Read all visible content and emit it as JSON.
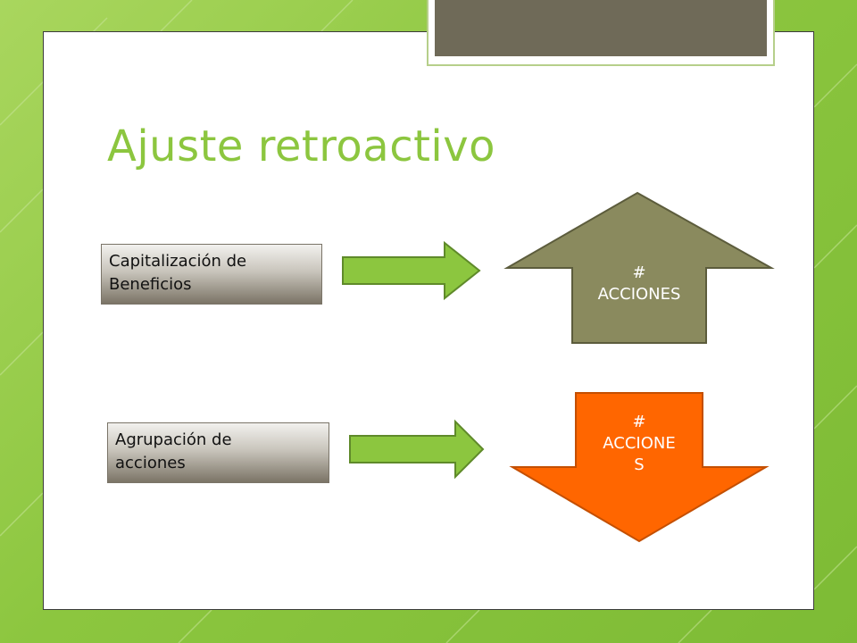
{
  "title": "Ajuste retroactivo",
  "rows": [
    {
      "label": "Capitalización de Beneficios",
      "label_lines": [
        "Capitalización de",
        "Beneficios"
      ],
      "arrow_color": "#8cc63f",
      "result": "# ACCIONES",
      "result_lines": [
        "#",
        "ACCIONES"
      ],
      "result_direction": "up",
      "result_color": "#8a8a5e"
    },
    {
      "label": "Agrupación de acciones",
      "label_lines": [
        "Agrupación de",
        "acciones"
      ],
      "arrow_color": "#8cc63f",
      "result": "# ACCIONES",
      "result_lines": [
        "#",
        "ACCIONE",
        "S"
      ],
      "result_direction": "down",
      "result_color": "#ff6600"
    }
  ],
  "colors": {
    "background": "#8cc63f",
    "title": "#8cc63f",
    "deco_bar": "#6f6a58"
  }
}
